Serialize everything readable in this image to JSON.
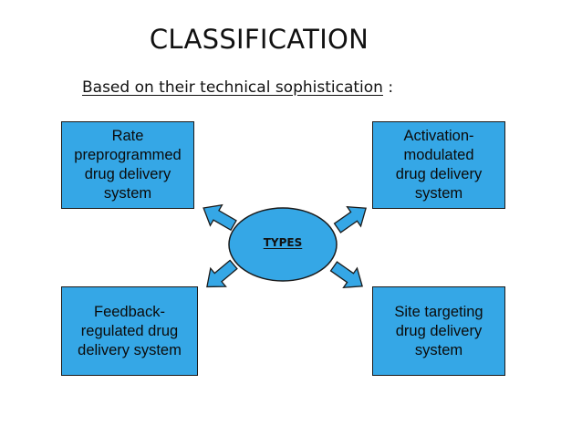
{
  "slide": {
    "title": "CLASSIFICATION",
    "subtitle": "Based on their technical sophistication",
    "subtitle_suffix": " :"
  },
  "center": {
    "label": "TYPES"
  },
  "boxes": {
    "top_left": "Rate\npreprogrammed\ndrug delivery\nsystem",
    "top_right": "Activation-\nmodulated\ndrug delivery\nsystem",
    "bottom_left": "Feedback-\nregulated drug\ndelivery system",
    "bottom_right": "Site targeting\ndrug delivery\nsystem"
  },
  "colors": {
    "box_fill": "#35a7e6",
    "ellipse_fill": "#35a7e6",
    "arrow_fill": "#35a7e6",
    "outline": "#1b1b1b"
  }
}
